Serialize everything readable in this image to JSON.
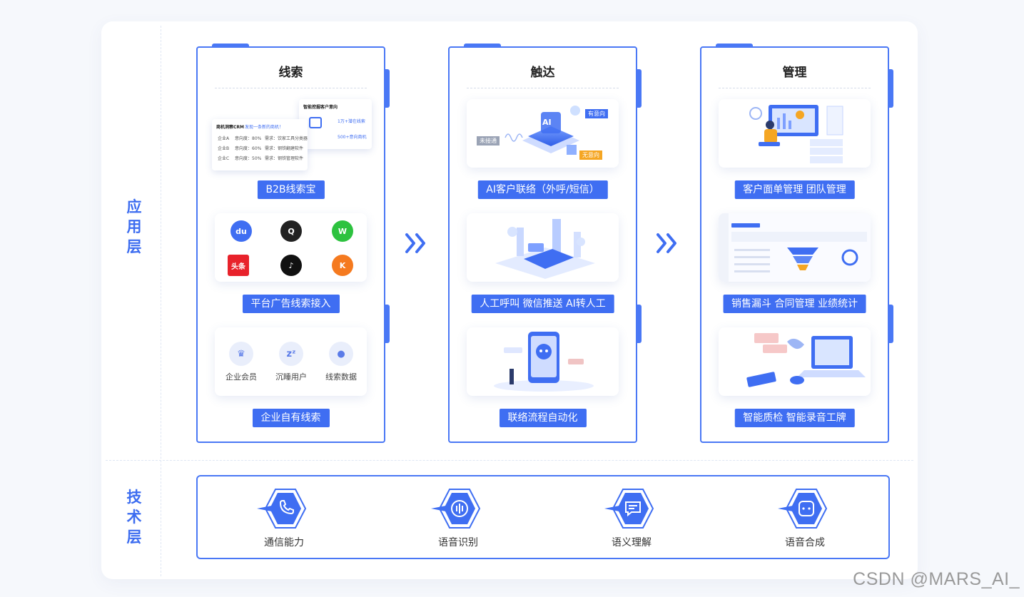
{
  "layers": {
    "app": [
      "应",
      "用",
      "层"
    ],
    "tech": [
      "技",
      "术",
      "层"
    ]
  },
  "columns": [
    {
      "title": "线索",
      "tags": [
        "B2B线索宝",
        "平台广告线索接入",
        "企业自有线索"
      ]
    },
    {
      "title": "触达",
      "tags": [
        "AI客户联络（外呼/短信）",
        "人工呼叫 微信推送 AI转人工",
        "联络流程自动化"
      ]
    },
    {
      "title": "管理",
      "tags": [
        "客户面单管理 团队管理",
        "销售漏斗 合同管理 业绩统计",
        "智能质检 智能录音工牌"
      ]
    }
  ],
  "b2b_card": {
    "left_title": "商机洞察CRM",
    "left_sub": "发现一条新的商机！",
    "rows": [
      [
        "企业A",
        "意向度：80%",
        "需求：饮家工具分类器"
      ],
      [
        "企业B",
        "意向度：60%",
        "需求：钢铁翻建软件"
      ],
      [
        "企业C",
        "意向度：50%",
        "需求：钢铁管理软件"
      ]
    ],
    "right_title": "智能挖掘客户意向",
    "right_line1": "1万+潜在线索",
    "right_line2": "500+意向商机"
  },
  "platforms": {
    "toutiao": "头条"
  },
  "own_leads": [
    "企业会员",
    "沉睡用户",
    "线索数据"
  ],
  "ai_card": {
    "unconnected": "未接通",
    "intent": "有意向",
    "no_intent": "无意向",
    "ai": "AI"
  },
  "tech_items": [
    "通信能力",
    "语音识别",
    "语义理解",
    "语音合成"
  ],
  "colors": {
    "primary": "#3f6ef2",
    "orange": "#f5a623"
  },
  "watermark": "CSDN @MARS_AI_"
}
